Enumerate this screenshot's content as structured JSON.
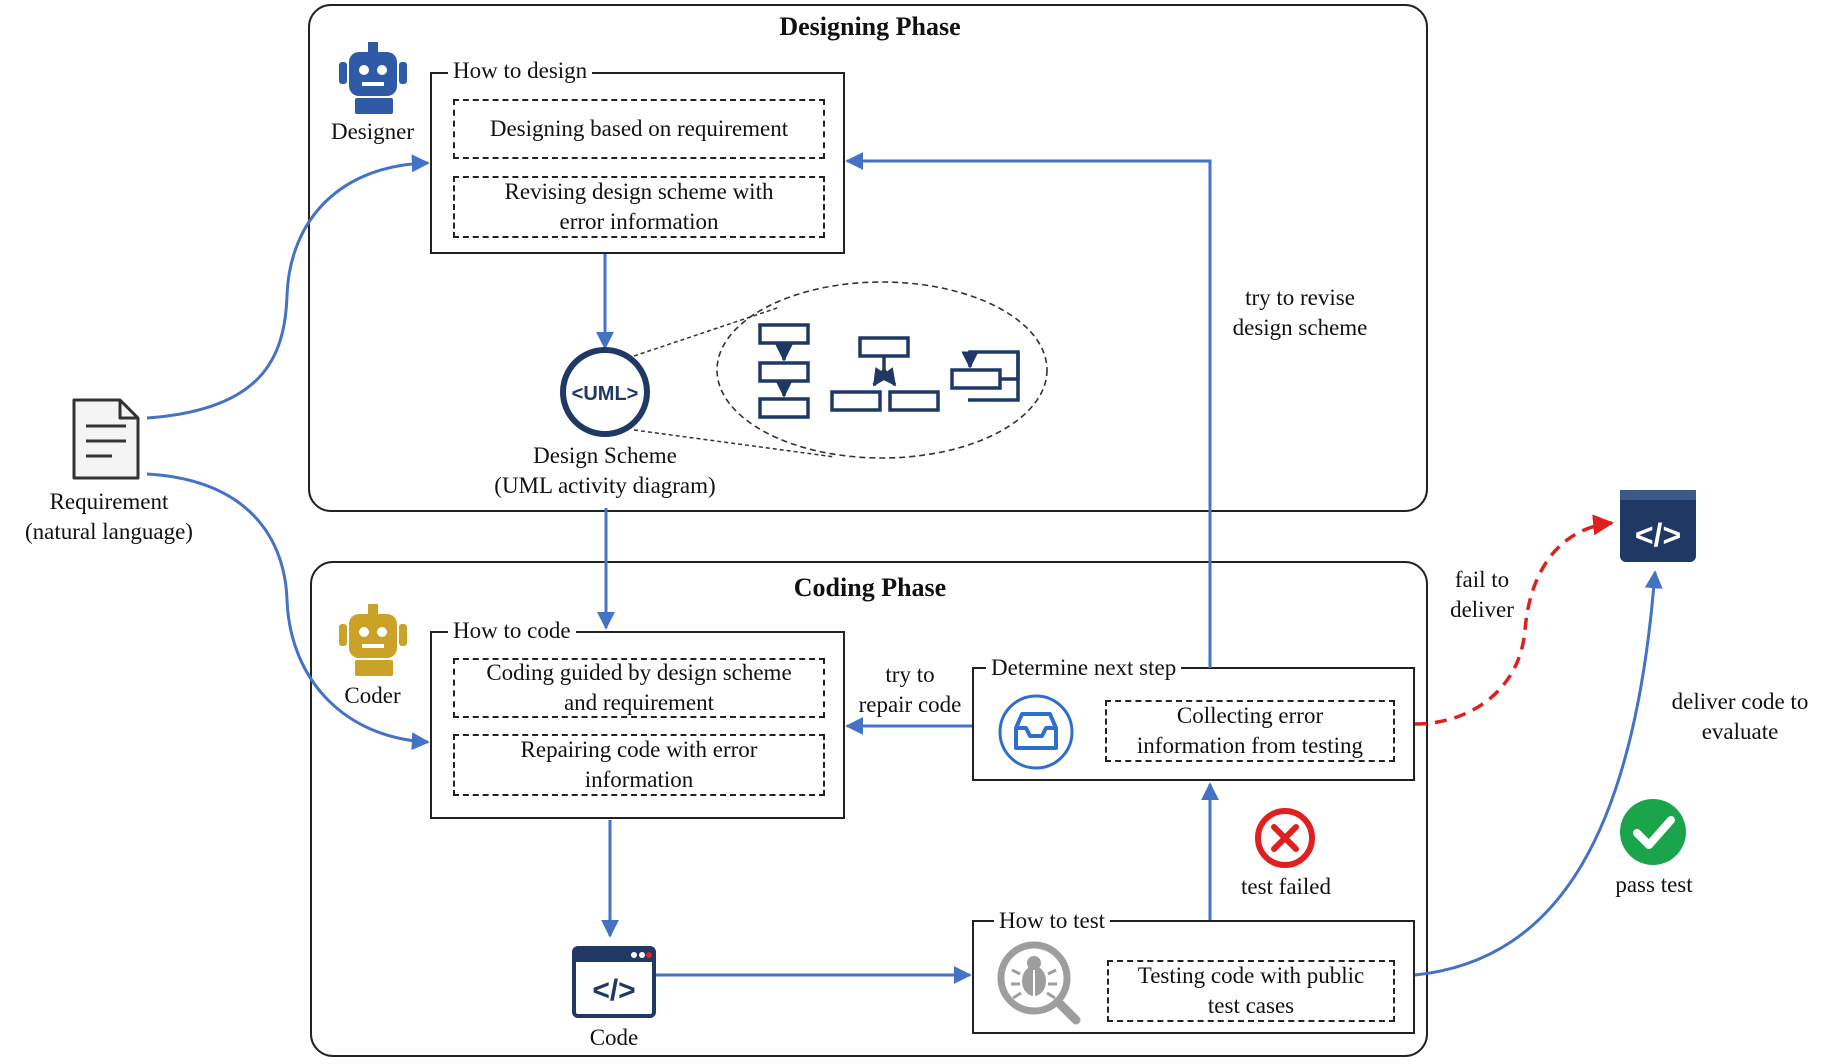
{
  "designing_phase": {
    "title": "Designing Phase",
    "designer_label": "Designer",
    "how_to_design": {
      "legend": "How to design",
      "item1": "Designing based on requirement",
      "item2_line1": "Revising design scheme with",
      "item2_line2": "error information"
    },
    "design_scheme_line1": "Design Scheme",
    "design_scheme_line2": "(UML activity diagram)",
    "uml_icon_text": "<UML>"
  },
  "requirement": {
    "line1": "Requirement",
    "line2": "(natural language)"
  },
  "coding_phase": {
    "title": "Coding Phase",
    "coder_label": "Coder",
    "how_to_code": {
      "legend": "How to code",
      "item1_line1": "Coding guided by design scheme",
      "item1_line2": "and requirement",
      "item2_line1": "Repairing code with error",
      "item2_line2": "information"
    },
    "determine_next_step": {
      "legend": "Determine next step",
      "item_line1": "Collecting error",
      "item_line2": "information from testing"
    },
    "how_to_test": {
      "legend": "How to test",
      "item_line1": "Testing code with public",
      "item_line2": "test cases"
    },
    "code_label": "Code",
    "code_icon_text": "</>"
  },
  "edges": {
    "try_revise_line1": "try to revise",
    "try_revise_line2": "design scheme",
    "try_repair_line1": "try to",
    "try_repair_line2": "repair code",
    "test_failed": "test failed",
    "fail_deliver_line1": "fail to",
    "fail_deliver_line2": "deliver",
    "deliver_line1": "deliver code to",
    "deliver_line2": "evaluate",
    "pass_test": "pass test"
  },
  "output_icon_text": "</>",
  "colors": {
    "arrow_blue": "#4472c4",
    "navy": "#1f3864",
    "robot_blue": "#2e5aa7",
    "robot_gold": "#c9a227",
    "fail_red": "#e01f1f",
    "pass_green": "#1aa54b",
    "bug_gray": "#9e9e9e"
  }
}
